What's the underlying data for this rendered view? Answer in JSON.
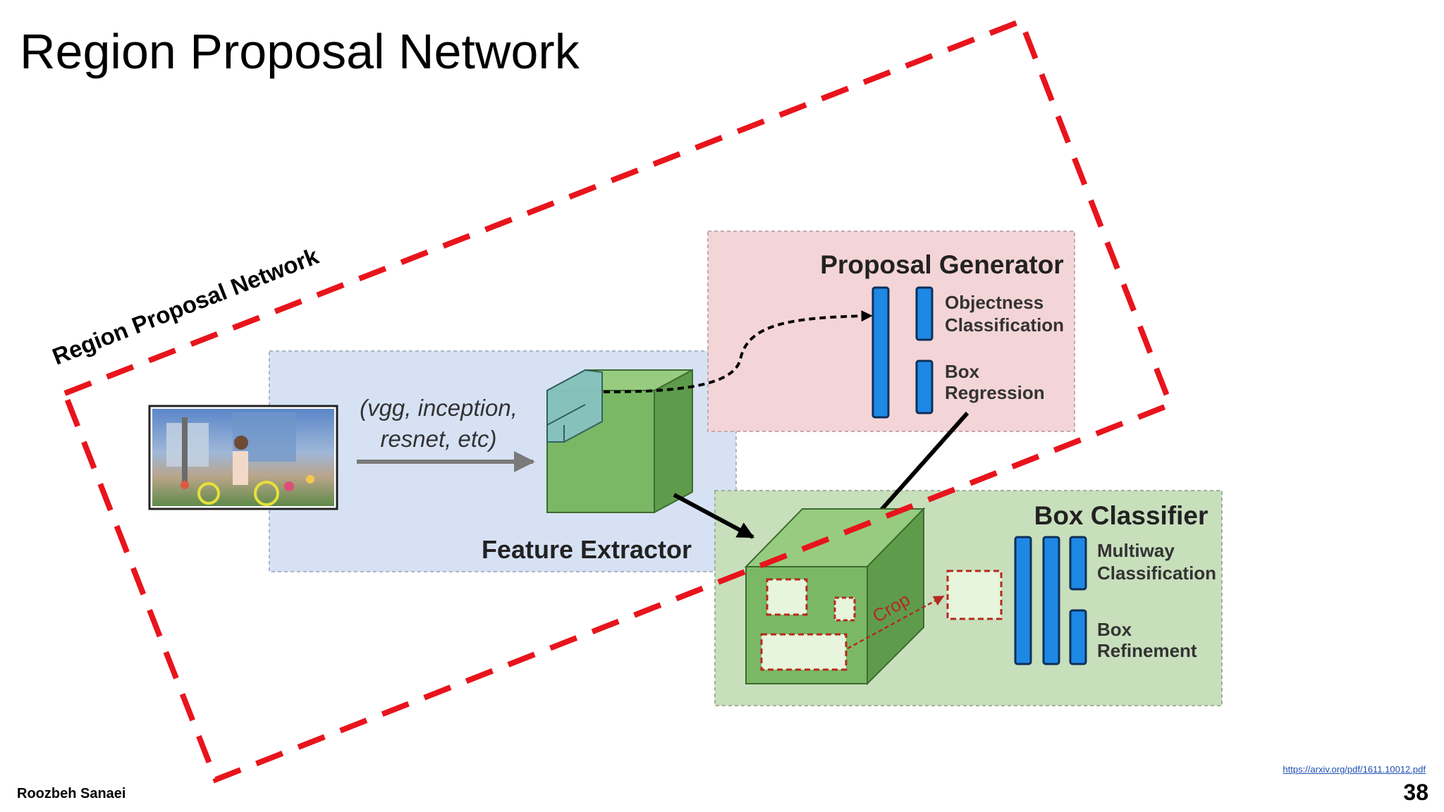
{
  "slide": {
    "title": "Region Proposal Network",
    "author": "Roozbeh Sanaei",
    "page_number": "38",
    "source_url": "https://arxiv.org/pdf/1611.10012.pdf"
  },
  "diagram": {
    "rpn_label": "Region Proposal Network",
    "backbone_line1": "(vgg, inception,",
    "backbone_line2": "resnet, etc)",
    "feature_extractor_label": "Feature Extractor",
    "proposal_generator": {
      "title": "Proposal Generator",
      "objectness_line1": "Objectness",
      "objectness_line2": "Classification",
      "box_line1": "Box",
      "box_line2": "Regression"
    },
    "box_classifier": {
      "title": "Box Classifier",
      "multiway_line1": "Multiway",
      "multiway_line2": "Classification",
      "box_line1": "Box",
      "box_line2": "Refinement",
      "crop_label": "Crop"
    },
    "colors": {
      "rpn_dash": "#e8141c",
      "feature_panel": "#d6e2f4",
      "proposal_panel": "#f4d5d7",
      "classifier_panel": "#c8dfbc",
      "cube_front": "#7ab865",
      "cube_top": "#97cc80",
      "cube_side": "#5e9c4c",
      "layer_bar": "#1e88e5"
    }
  }
}
